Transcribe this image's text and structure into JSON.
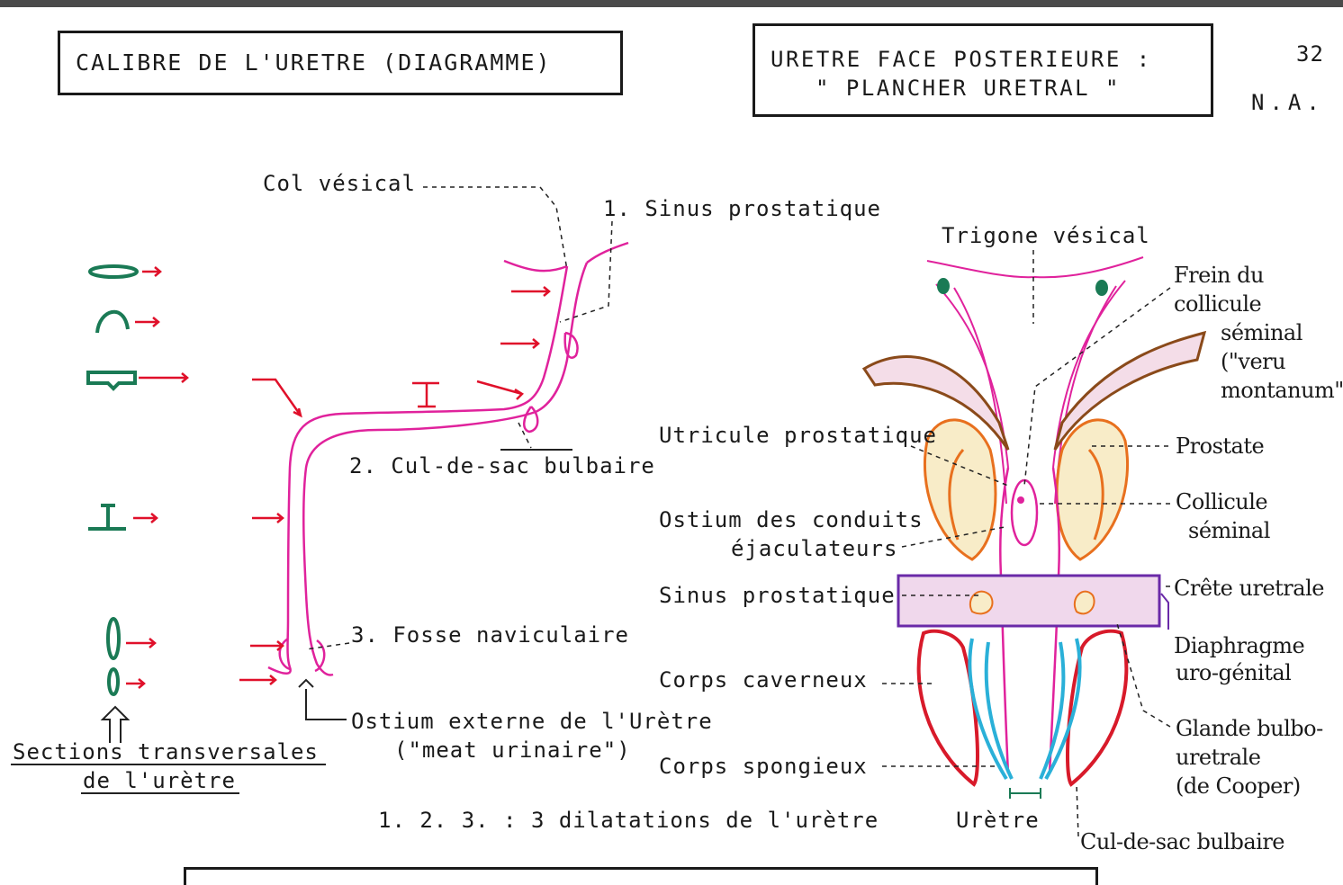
{
  "header": {
    "left_title": "CALIBRE DE L'URETRE (DIAGRAMME)",
    "right_title_line1": "URETRE FACE POSTERIEURE :",
    "right_title_line2": "\" PLANCHER URETRAL \"",
    "page_number": "32",
    "author": "N.A."
  },
  "left_diagram": {
    "col_vesical": "Col vésical",
    "sinus_prostatique": "1. Sinus prostatique",
    "cul_de_sac_bulbaire": "2. Cul-de-sac bulbaire",
    "fosse_naviculaire": "3. Fosse naviculaire",
    "ostium_externe_line1": "Ostium externe de l'Urètre",
    "ostium_externe_line2": "(\"meat urinaire\")",
    "sections_line1": "Sections transversales",
    "sections_line2": "de l'urètre",
    "dilatations_note": "1. 2. 3. : 3 dilatations de l'urètre"
  },
  "right_diagram": {
    "trigone_vesical": "Trigone vésical",
    "frein_line1": "Frein du",
    "frein_line2": "collicule",
    "frein_line3": "séminal",
    "frein_line4": "(\"veru",
    "frein_line5": "montanum\")",
    "utricule": "Utricule prostatique",
    "ostium_conduits_line1": "Ostium des conduits",
    "ostium_conduits_line2": "éjaculateurs",
    "sinus_prostatique": "Sinus prostatique",
    "corps_caverneux": "Corps caverneux",
    "corps_spongieux": "Corps spongieux",
    "uretre": "Urètre",
    "prostate": "Prostate",
    "collicule_line1": "Collicule",
    "collicule_line2": "séminal",
    "crete": "Crête uretrale",
    "diaphragme_line1": "Diaphragme",
    "diaphragme_line2": "uro-génital",
    "glande_line1": "Glande bulbo-",
    "glande_line2": "uretrale",
    "glande_line3": "(de Cooper)",
    "cul_de_sac": "Cul-de-sac bulbaire"
  },
  "colors": {
    "urethra_pink": "#e0229c",
    "arrow_red": "#e0102a",
    "section_green": "#1a7a55",
    "prostate_orange": "#e8701e",
    "capsule_brown": "#8a4a1a",
    "diaphragm_purple": "#6a2aa8",
    "cavernous_red": "#d81a2a",
    "spongy_blue": "#2ab0d8"
  }
}
